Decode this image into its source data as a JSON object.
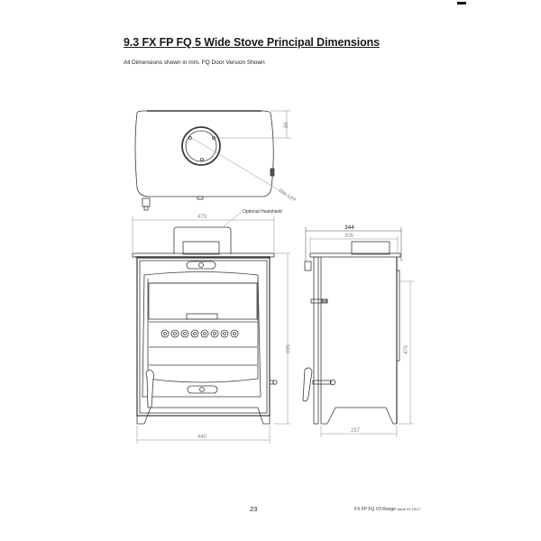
{
  "page": {
    "corner_mark": "—",
    "title": "9.3 FX FP FQ 5 Wide Stove Principal Dimensions",
    "subtitle": "All Dimensions shown in mm. FQ Door Version Shown",
    "footer": {
      "page_number": "23",
      "document": "FX FP FQ V3 Range",
      "issue": "Issue 01 10/17"
    }
  },
  "drawing": {
    "units": "mm",
    "line_color": "#3a3a3a",
    "dim_color": "#8a8a8a",
    "top_view": {
      "flue_depth_label": "86",
      "flue_diameter_label": "Dia 127"
    },
    "front_view": {
      "width_top_label": "479",
      "heatshield_label": "Optional Heatshield",
      "height_label": "569",
      "width_base_label": "440",
      "air_control_count": 8
    },
    "side_view": {
      "depth_overall_label": "344",
      "depth_top_label": "306",
      "height_door_label": "479",
      "depth_base_label": "257"
    }
  }
}
